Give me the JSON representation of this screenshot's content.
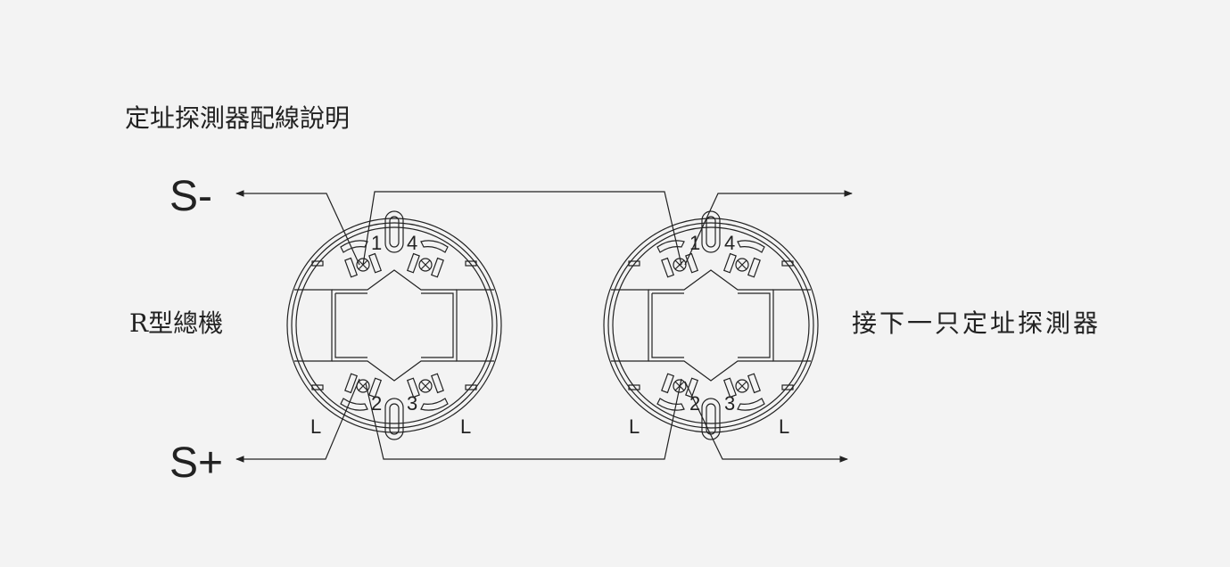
{
  "title": "定址探測器配線說明",
  "labels": {
    "s_minus": "S-",
    "s_plus": "S+",
    "panel": "R型總機",
    "next_detector": "接下一只定址探測器"
  },
  "terminals": [
    "1",
    "2",
    "3",
    "4"
  ],
  "l_label": "L"
}
